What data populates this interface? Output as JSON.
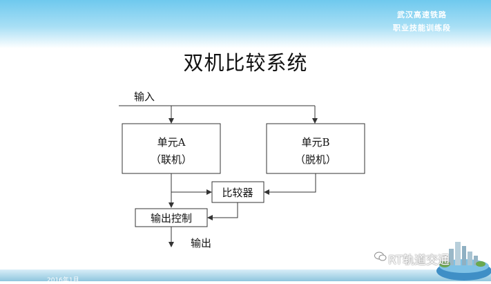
{
  "brand": {
    "line1": "武汉高速铁路",
    "line2": "职业技能训练段"
  },
  "title": "双机比较系统",
  "diagram": {
    "input_label": "输入",
    "unit_a_name": "单元A",
    "unit_a_state": "（联机）",
    "unit_b_name": "单元B",
    "unit_b_state": "（脱机）",
    "comparator": "比较器",
    "output_control": "输出控制",
    "output_label": "输出"
  },
  "footer": {
    "date": "2016年1月",
    "watermark": "RT轨道交通"
  },
  "colors": {
    "header": "#6fc9ee",
    "line": "#333333"
  }
}
